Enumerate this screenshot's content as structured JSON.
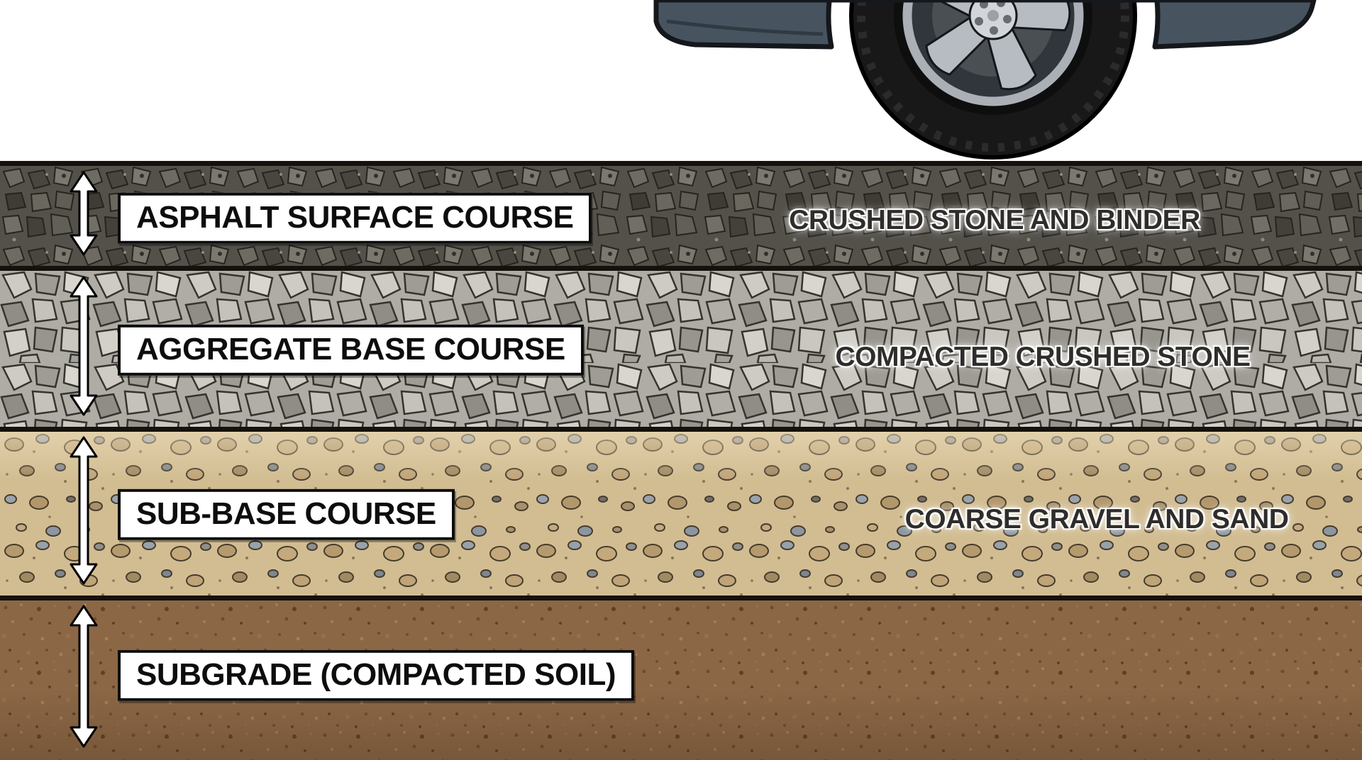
{
  "diagram": {
    "type": "pavement-cross-section",
    "layers": [
      {
        "label": "ASPHALT SURFACE COURSE",
        "caption": "CRUSHED STONE AND BINDER",
        "color": "#54514b"
      },
      {
        "label": "AGGREGATE BASE COURSE",
        "caption": "COMPACTED CRUSHED STONE",
        "color": "#b0aea6"
      },
      {
        "label": "SUB-BASE COURSE",
        "caption": "COARSE GRAVEL AND SAND",
        "color": "#d2bd92"
      },
      {
        "label": "SUBGRADE (COMPACTED SOIL)",
        "caption": "",
        "color": "#8b6746"
      }
    ],
    "colors": {
      "car_body": "#47545f",
      "tire": "#181818",
      "rim": "#b6bcc2",
      "divider": "#15110d",
      "label_box_bg": "#ffffff",
      "label_text": "#0d0d0d",
      "caption_text": "#2e2d2b"
    }
  }
}
